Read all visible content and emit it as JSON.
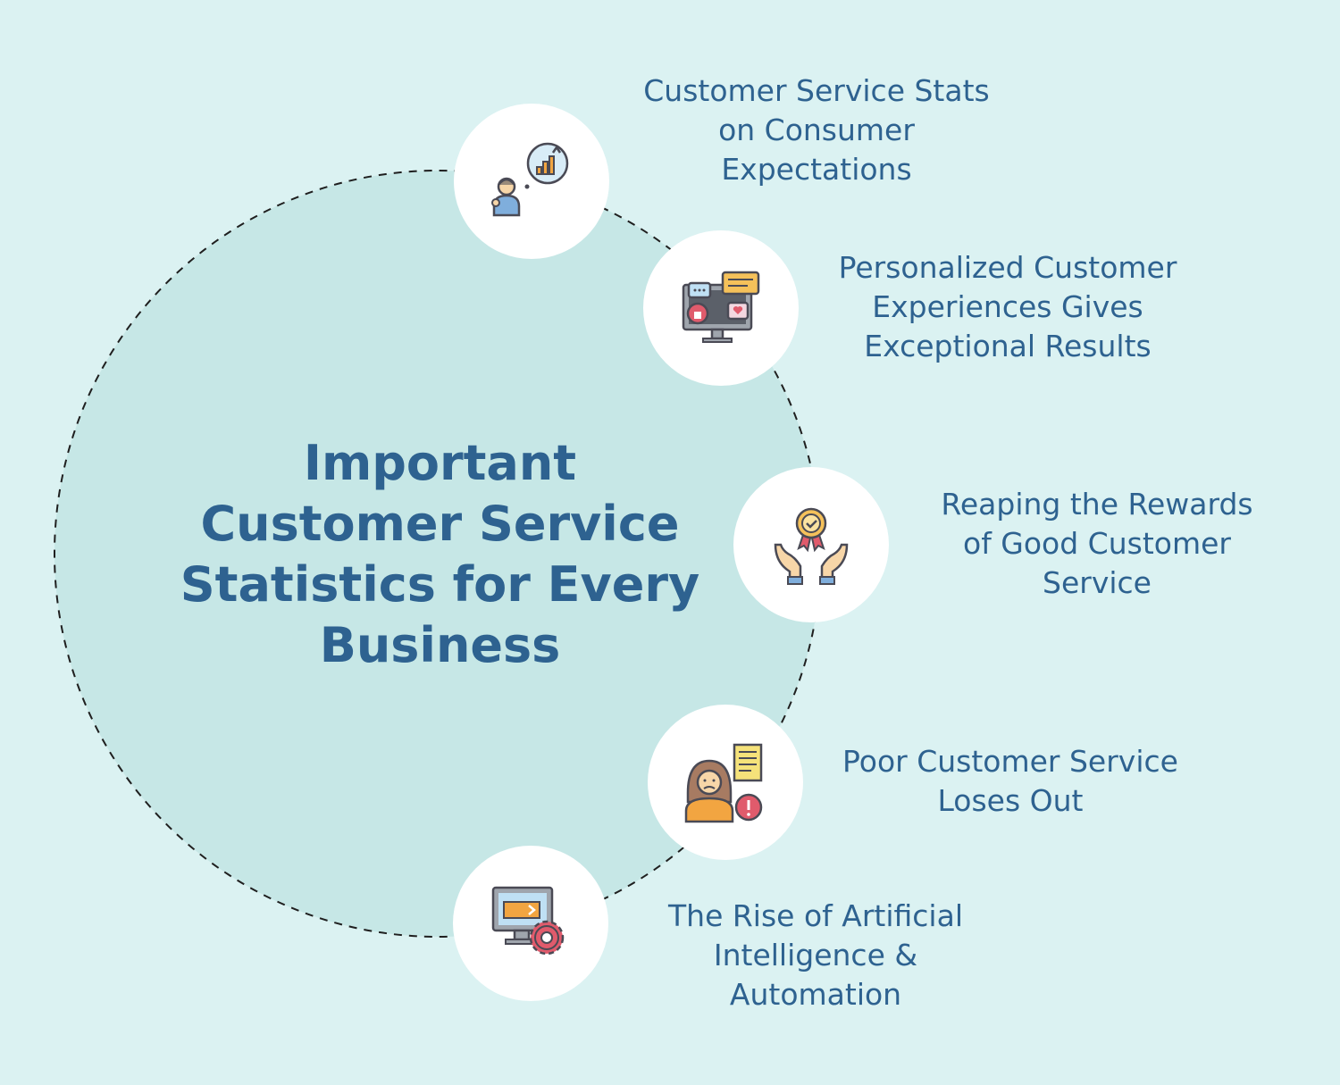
{
  "title": {
    "lines": [
      "Important",
      "Customer Service",
      "Statistics for Every",
      "Business"
    ]
  },
  "items": [
    {
      "icon": "person-thinking-chart-icon",
      "lines": [
        "Customer Service Stats",
        "on Consumer",
        "Expectations"
      ]
    },
    {
      "icon": "monitor-feedback-icon",
      "lines": [
        "Personalized Customer",
        "Experiences Gives",
        "Exceptional Results"
      ]
    },
    {
      "icon": "hands-award-badge-icon",
      "lines": [
        "Reaping the Rewards",
        "of Good Customer",
        "Service"
      ]
    },
    {
      "icon": "unhappy-customer-complaint-icon",
      "lines": [
        "Poor Customer Service",
        "Loses Out"
      ]
    },
    {
      "icon": "computer-gear-automation-icon",
      "lines": [
        "The Rise of Artificial",
        "Intelligence &",
        "Automation"
      ]
    }
  ],
  "colors": {
    "background": "#dbf2f2",
    "circle_fill": "#c6e7e6",
    "text": "#2e6290",
    "node_fill": "#ffffff"
  }
}
